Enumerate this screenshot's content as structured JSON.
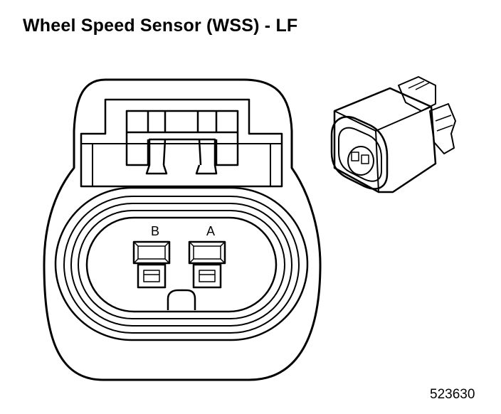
{
  "diagram": {
    "title": "Wheel Speed Sensor (WSS) - LF",
    "figure_number": "523630",
    "pins": [
      {
        "label": "B"
      },
      {
        "label": "A"
      }
    ]
  }
}
